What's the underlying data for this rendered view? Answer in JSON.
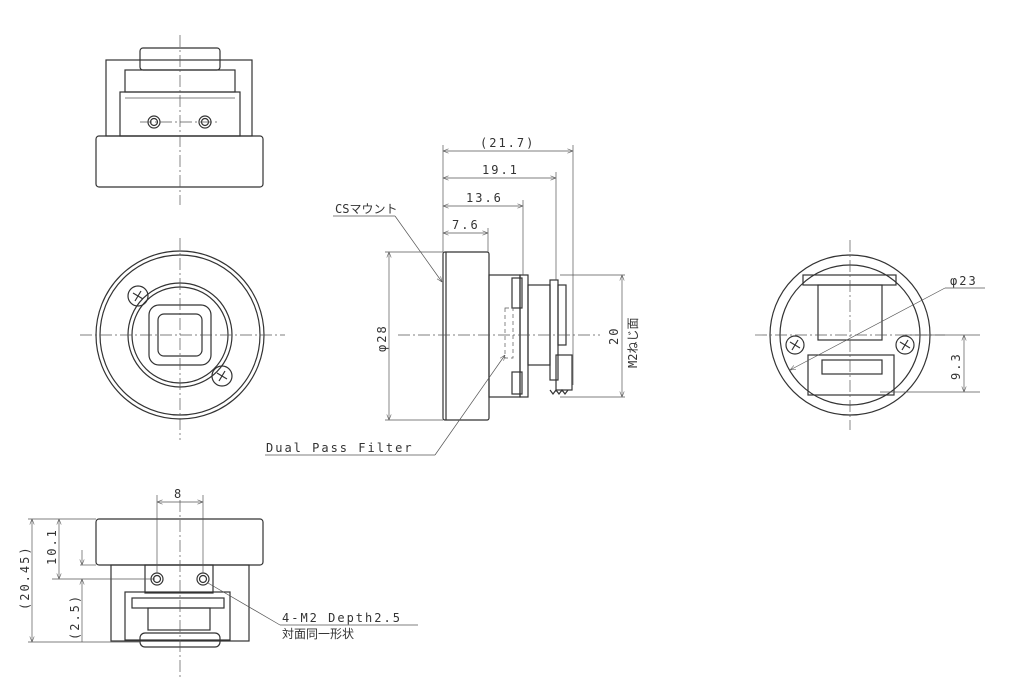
{
  "drawing": {
    "side_view": {
      "dim_overall": "(21.7)",
      "dim_pcb": "19.1",
      "dim_body": "13.6",
      "dim_mount": "7.6",
      "dim_diameter": "φ28",
      "dim_height": "20",
      "label_screw_face": "M2ねじ面",
      "label_cs_mount": "CSマウント",
      "label_filter": "Dual Pass Filter"
    },
    "back_view": {
      "dim_diameter": "φ23",
      "dim_offset": "9.3"
    },
    "bottom_view": {
      "dim_hole_pitch": "8",
      "dim_total": "(20.45)",
      "dim_ring": "10.1",
      "dim_hole_offset": "(2.5)",
      "label_holes": "4-M2 Depth2.5",
      "label_holes_note": "対面同一形状"
    }
  }
}
